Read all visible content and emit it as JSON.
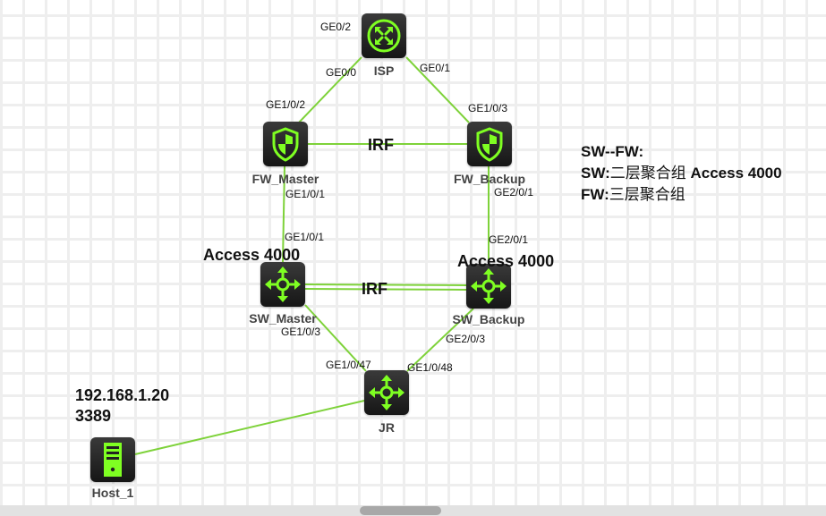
{
  "theme": {
    "link_color": "#7ed23a",
    "icon_color": "#7fff22",
    "node_bg": "#222222"
  },
  "nodes": {
    "isp": {
      "label": "ISP",
      "icon": "router-icon"
    },
    "fw_master": {
      "label": "FW_Master",
      "icon": "firewall-icon"
    },
    "fw_backup": {
      "label": "FW_Backup",
      "icon": "firewall-icon"
    },
    "sw_master": {
      "label": "SW_Master",
      "icon": "switch-icon"
    },
    "sw_backup": {
      "label": "SW_Backup",
      "icon": "switch-icon"
    },
    "jr": {
      "label": "JR",
      "icon": "switch-icon"
    },
    "host_1": {
      "label": "Host_1",
      "icon": "server-icon"
    }
  },
  "ports": {
    "isp_ge0_2": "GE0/2",
    "isp_ge0_0": "GE0/0",
    "isp_ge0_1": "GE0/1",
    "fwm_ge1_0_2": "GE1/0/2",
    "fwb_ge1_0_3": "GE1/0/3",
    "fwm_ge1_0_1": "GE1/0/1",
    "fwb_ge2_0_1": "GE2/0/1",
    "swm_ge1_0_1": "GE1/0/1",
    "swb_ge2_0_1": "GE2/0/1",
    "swm_ge1_0_3": "GE1/0/3",
    "swb_ge2_0_3": "GE2/0/3",
    "jr_ge1_0_47": "GE1/0/47",
    "jr_ge1_0_48": "GE1/0/48"
  },
  "links": {
    "fw_irf": "IRF",
    "sw_irf": "IRF"
  },
  "annotations": {
    "swm_access": "Access 4000",
    "swb_access": "Access 4000",
    "host_ip": "192.168.1.20",
    "host_port": "3389",
    "note_title": "SW--FW:",
    "note_sw_prefix": "SW:",
    "note_sw_cn": "二层聚合组",
    "note_sw_suffix": " Access 4000",
    "note_fw_prefix": "FW:",
    "note_fw_cn": "三层聚合组"
  }
}
